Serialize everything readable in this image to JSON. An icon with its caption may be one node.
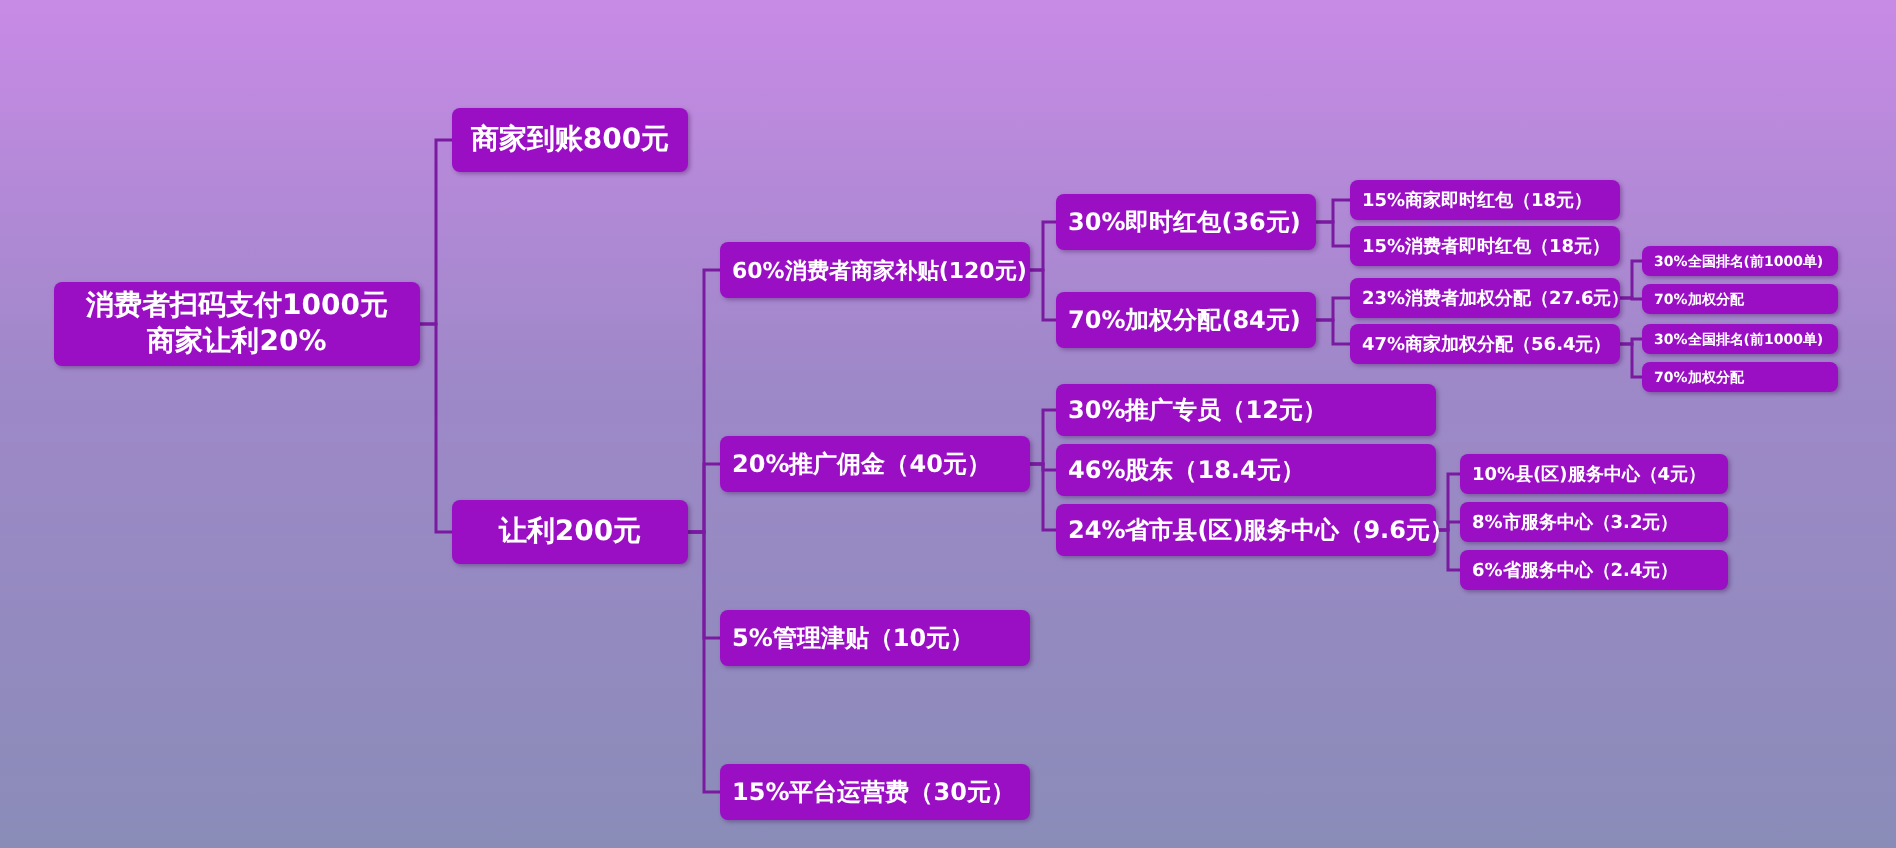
{
  "diagram": {
    "nodes": [
      {
        "text": [
          "消费者扫码支付1000元",
          "商家让利20%"
        ]
      },
      {
        "text": [
          "商家到账800元"
        ]
      },
      {
        "text": [
          "让利200元"
        ]
      },
      {
        "text": [
          "60%消费者商家补贴(120元)"
        ]
      },
      {
        "text": [
          "20%推广佣金（40元）"
        ]
      },
      {
        "text": [
          "5%管理津贴（10元）"
        ]
      },
      {
        "text": [
          "15%平台运营费（30元）"
        ]
      },
      {
        "text": [
          "30%即时红包(36元)"
        ]
      },
      {
        "text": [
          "70%加权分配(84元)"
        ]
      },
      {
        "text": [
          "15%商家即时红包（18元）"
        ]
      },
      {
        "text": [
          "15%消费者即时红包（18元）"
        ]
      },
      {
        "text": [
          "23%消费者加权分配（27.6元）"
        ]
      },
      {
        "text": [
          "47%商家加权分配（56.4元）"
        ]
      },
      {
        "text": [
          "30%全国排名(前1000单)"
        ]
      },
      {
        "text": [
          "70%加权分配"
        ]
      },
      {
        "text": [
          "30%全国排名(前1000单)"
        ]
      },
      {
        "text": [
          "70%加权分配"
        ]
      },
      {
        "text": [
          "30%推广专员（12元）"
        ]
      },
      {
        "text": [
          "46%股东（18.4元）"
        ]
      },
      {
        "text": [
          "24%省市县(区)服务中心（9.6元）"
        ]
      },
      {
        "text": [
          "10%县(区)服务中心（4元）"
        ]
      },
      {
        "text": [
          "8%市服务中心（3.2元）"
        ]
      },
      {
        "text": [
          "6%省服务中心（2.4元）"
        ]
      }
    ],
    "edges": [
      {
        "from": 0,
        "to": 1,
        "arrow": "none"
      },
      {
        "from": 0,
        "to": 2,
        "arrow": "none"
      },
      {
        "from": 2,
        "to": 3,
        "arrow": "none"
      },
      {
        "from": 2,
        "to": 4,
        "arrow": "none"
      },
      {
        "from": 2,
        "to": 5,
        "arrow": "none"
      },
      {
        "from": 2,
        "to": 6,
        "arrow": "none"
      },
      {
        "from": 3,
        "to": 7,
        "arrow": "none"
      },
      {
        "from": 3,
        "to": 8,
        "arrow": "none"
      },
      {
        "from": 7,
        "to": 9,
        "arrow": "none"
      },
      {
        "from": 7,
        "to": 10,
        "arrow": "none"
      },
      {
        "from": 8,
        "to": 11,
        "arrow": "none"
      },
      {
        "from": 8,
        "to": 12,
        "arrow": "none"
      },
      {
        "from": 11,
        "to": 13,
        "arrow": "none"
      },
      {
        "from": 11,
        "to": 14,
        "arrow": "none"
      },
      {
        "from": 12,
        "to": 15,
        "arrow": "none"
      },
      {
        "from": 12,
        "to": 16,
        "arrow": "none"
      },
      {
        "from": 4,
        "to": 17,
        "arrow": "none"
      },
      {
        "from": 4,
        "to": 18,
        "arrow": "none"
      },
      {
        "from": 4,
        "to": 19,
        "arrow": "none"
      },
      {
        "from": 19,
        "to": 20,
        "arrow": "none"
      },
      {
        "from": 19,
        "to": 21,
        "arrow": "none"
      },
      {
        "from": 19,
        "to": 22,
        "arrow": "none"
      }
    ]
  }
}
